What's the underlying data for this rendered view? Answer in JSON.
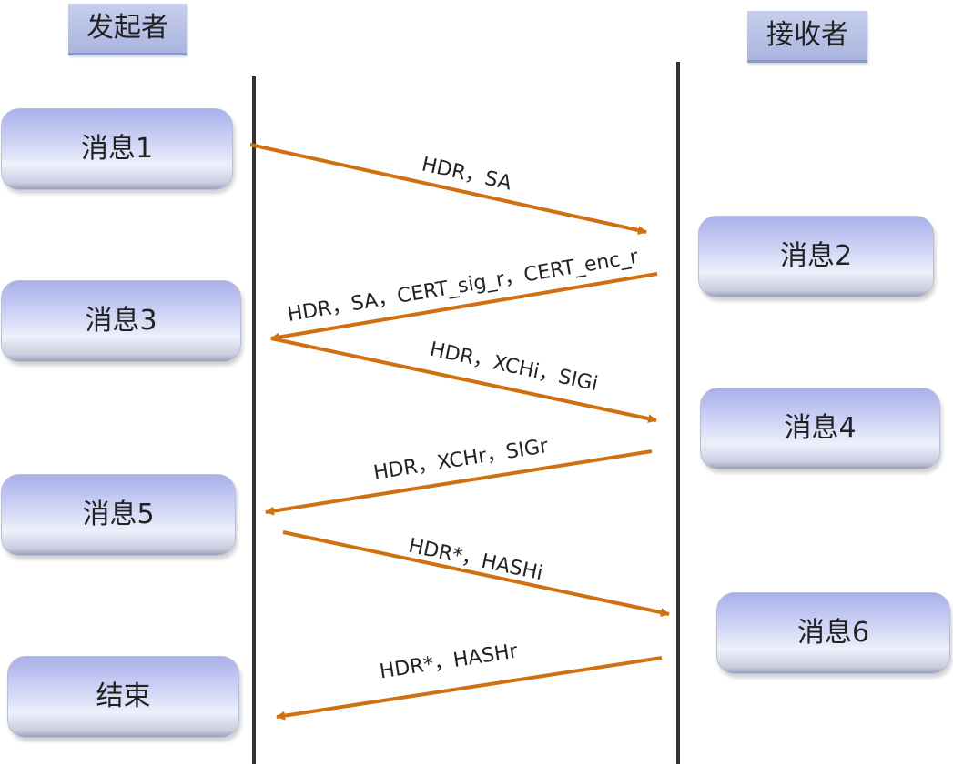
{
  "roles": {
    "initiator": "发起者",
    "responder": "接收者"
  },
  "initiator_states": [
    "消息1",
    "消息3",
    "消息5",
    "结束"
  ],
  "responder_states": [
    "消息2",
    "消息4",
    "消息6"
  ],
  "messages": [
    {
      "label": "HDR，SA",
      "direction": "to-responder"
    },
    {
      "label": "HDR，SA，CERT_sig_r，CERT_enc_r",
      "direction": "to-initiator"
    },
    {
      "label": "HDR，XCHi，SIGi",
      "direction": "to-responder"
    },
    {
      "label": "HDR，XCHr，SIGr",
      "direction": "to-initiator"
    },
    {
      "label": "HDR*，HASHi",
      "direction": "to-responder"
    },
    {
      "label": "HDR*，HASHr",
      "direction": "to-initiator"
    }
  ],
  "colors": {
    "arrow": "#d0700f",
    "lifeline": "#333333",
    "box_top": "#a9b0ea",
    "role_bg": "#bcc4e8"
  }
}
